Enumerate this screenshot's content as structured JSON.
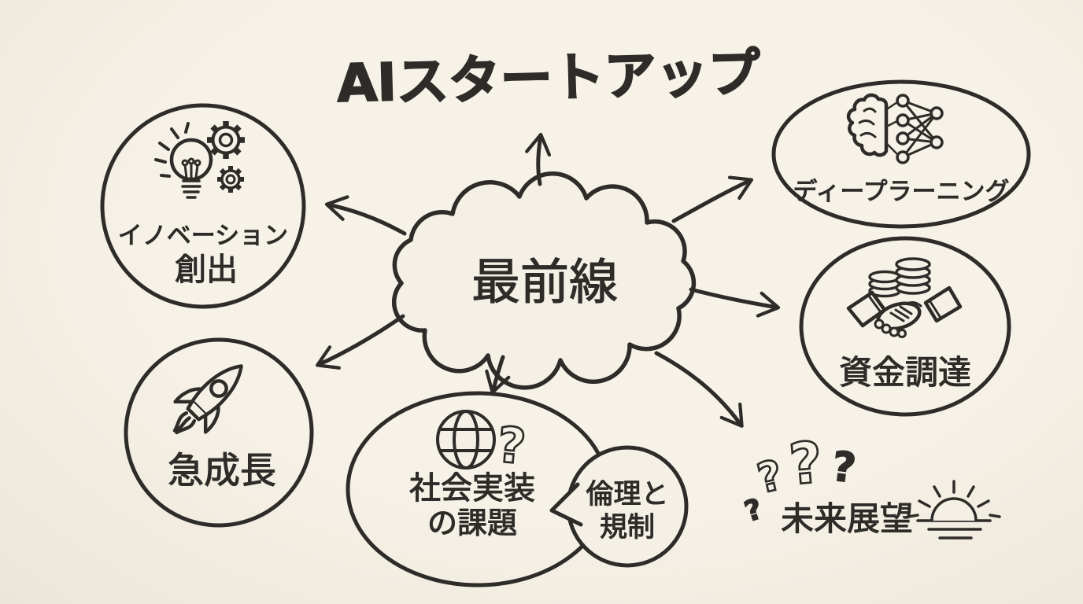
{
  "palette": {
    "background": "#f5f0e6",
    "ink": "#2e2c29"
  },
  "title": "AIスタートアップ",
  "center": {
    "label": "最前線"
  },
  "nodes": {
    "innovation": {
      "line1": "イノベーション",
      "line2": "創出"
    },
    "deep_learning": {
      "label": "ディープラーニング"
    },
    "funding": {
      "label": "資金調達"
    },
    "growth": {
      "label": "急成長"
    },
    "social_issues": {
      "line1": "社会実装",
      "line2": "の課題"
    },
    "ethics": {
      "line1": "倫理と",
      "line2": "規制"
    },
    "future": {
      "label": "未来展望"
    }
  },
  "glyphs": {
    "question_mark": "?"
  }
}
